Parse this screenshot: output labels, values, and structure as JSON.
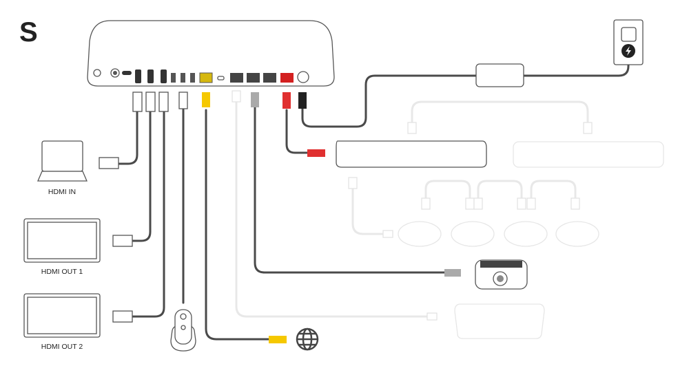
{
  "logo": "S",
  "labels": {
    "hdmi_in": "HDMI IN",
    "hdmi_out_1": "HDMI OUT 1",
    "hdmi_out_2": "HDMI OUT 2"
  },
  "colors": {
    "cable": "#4a4a4a",
    "network_cable": "#f5c800",
    "table_hub_cable": "#e03030",
    "faded": "#e8e8e8"
  }
}
